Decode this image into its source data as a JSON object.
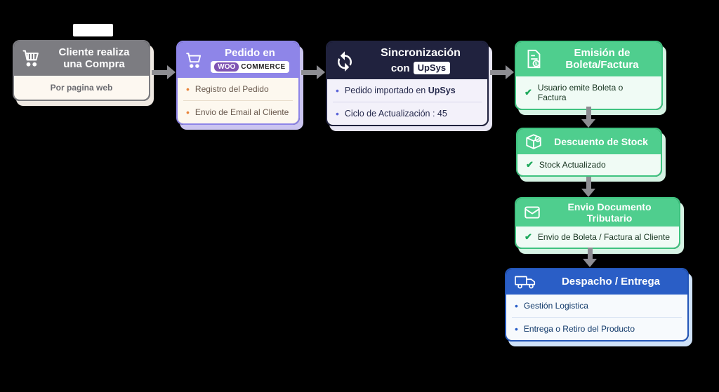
{
  "glyphs": {
    "bullet": "•",
    "check": "✔"
  },
  "colors": {
    "gray_header": "#7c7c81",
    "purple_header": "#8e85e8",
    "navy_header": "#20223e",
    "green_header": "#4fce8e",
    "blue_header": "#2a5ec6",
    "orange_bullet": "#e8833a",
    "woo_brand_purple": "#7f54b3",
    "check_green": "#1ea95c",
    "arrow_gray": "#8d8d92"
  },
  "steps": {
    "cliente": {
      "title": "Cliente realiza\nuna Compra",
      "subtitle": "Por pagina web"
    },
    "pedido": {
      "title": "Pedido en",
      "logo_woo": "WOO",
      "logo_commerce": "COMMERCE",
      "items": [
        "Registro del Pedido",
        "Envio de Email al Cliente"
      ]
    },
    "sync": {
      "title": "Sincronización",
      "con": "con",
      "logo": "UpSys",
      "item1_text": "Pedido importado en ",
      "item1_bold": "UpSys",
      "item2": "Ciclo de Actualización : 45"
    },
    "emision": {
      "title": "Emisión de\nBoleta/Factura",
      "item": "Usuario emite Boleta o Factura"
    },
    "stock": {
      "title": "Descuento de Stock",
      "item": "Stock Actualizado"
    },
    "envio_doc": {
      "title": "Envio Documento\nTributario",
      "item": "Envio de Boleta / Factura al Cliente"
    },
    "despacho": {
      "title": "Despacho / Entrega",
      "items": [
        "Gestión Logistica",
        "Entrega o Retiro del Producto"
      ]
    }
  }
}
